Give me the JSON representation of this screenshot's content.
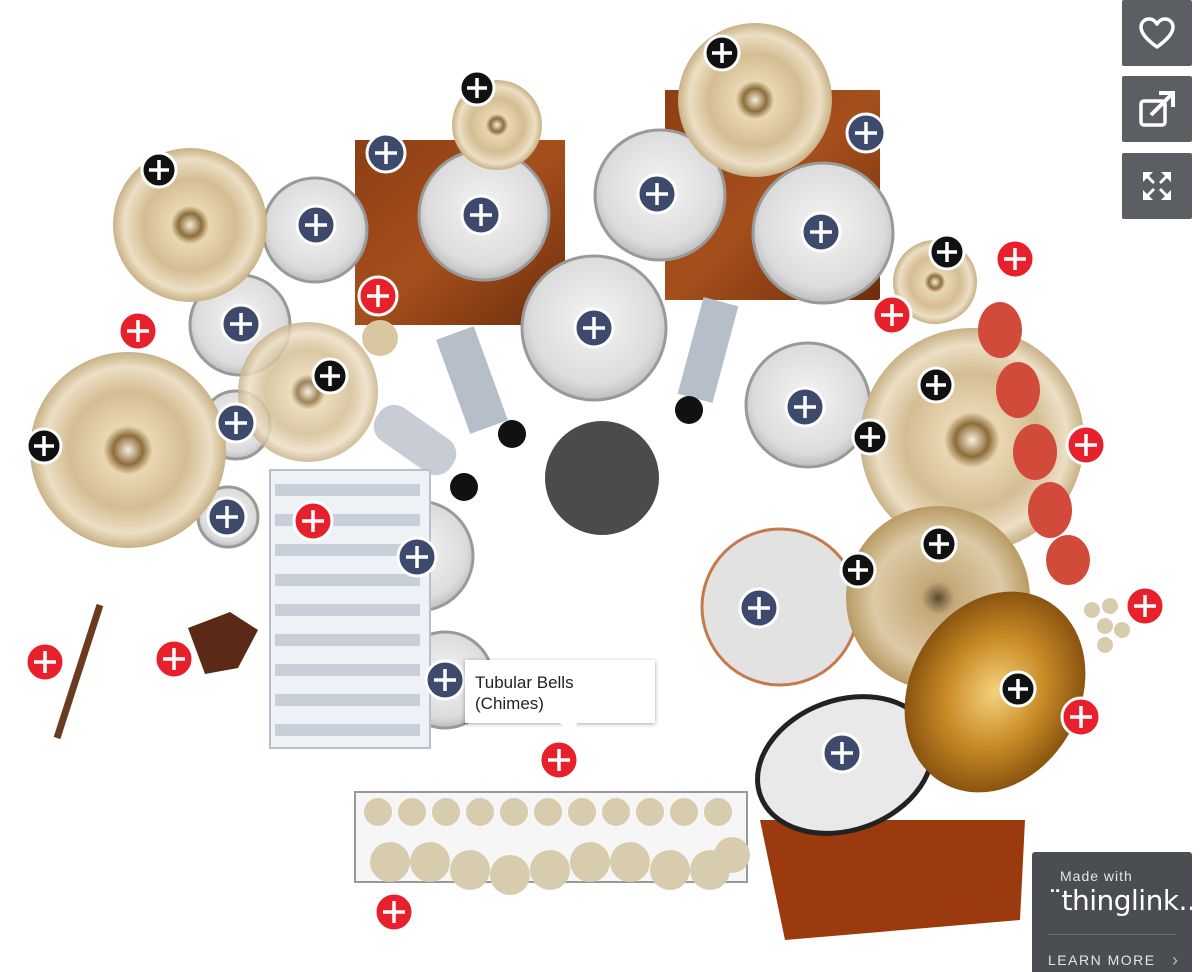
{
  "toolbar": {
    "favorite_icon": "heart-icon",
    "share_icon": "external-share-icon",
    "fullscreen_icon": "fullscreen-icon"
  },
  "tooltip": {
    "line1": "Tubular Bells",
    "line2": "(Chimes)"
  },
  "badge": {
    "made_with": "Made with",
    "brand": "¨thinglink..",
    "learn_more": "LEARN MORE"
  },
  "hotspot_colors": {
    "blue": "#3d4a6b",
    "black": "#111111",
    "red": "#e8202b"
  },
  "icons": {
    "hotspot_plus": "plus-icon"
  }
}
